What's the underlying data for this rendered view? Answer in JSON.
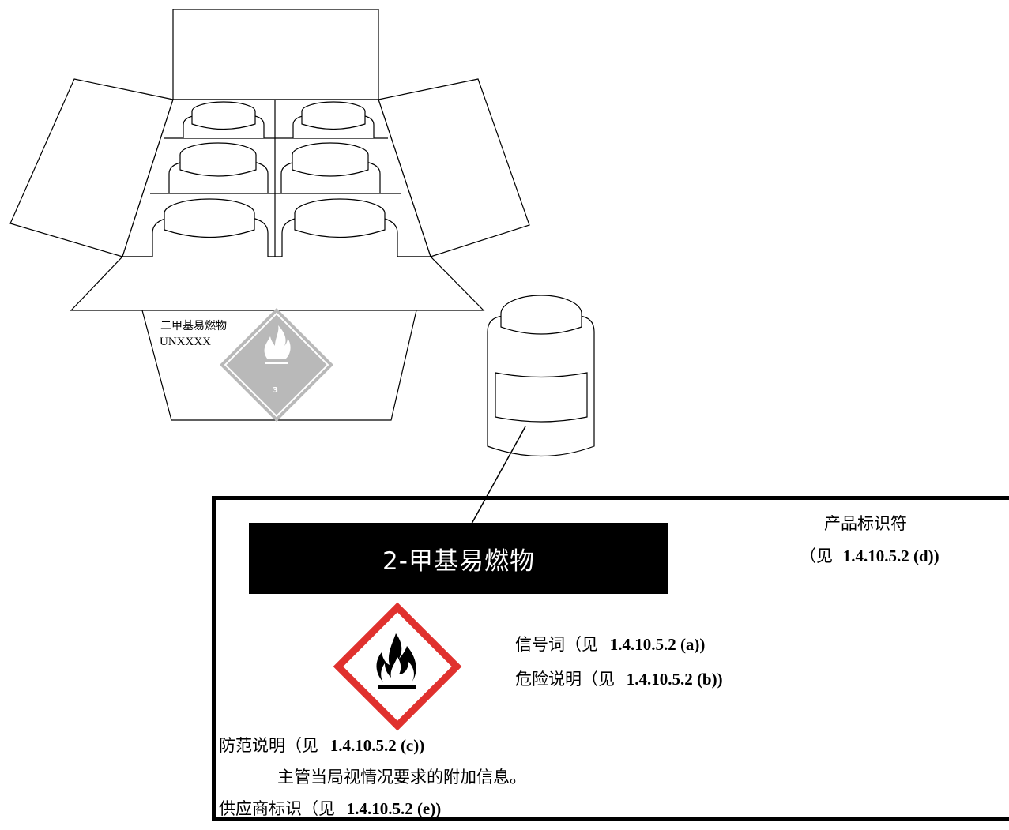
{
  "outer_box": {
    "product_name": "二甲基易燃物",
    "un_number": "UNXXXX",
    "transport_class": "3"
  },
  "label": {
    "product_name": "2-甲基易燃物",
    "product_identifier": {
      "text": "产品标识符",
      "ref_prefix": "（见",
      "ref": "1.4.10.5.2 (d))"
    },
    "signal_word": {
      "text": "信号词（见",
      "ref": "1.4.10.5.2 (a))"
    },
    "hazard_statement": {
      "text": "危险说明（见",
      "ref": "1.4.10.5.2 (b))"
    },
    "precautionary_statement": {
      "text": "防范说明（见",
      "ref": "1.4.10.5.2 (c))"
    },
    "additional_info": "主管当局视情况要求的附加信息。",
    "supplier_identification": {
      "text": "供应商标识（见",
      "ref": "1.4.10.5.2 (e))"
    },
    "pictogram_icon": "flame-pictogram-icon"
  },
  "colors": {
    "pictogram_border": "#e0312e",
    "transport_diamond": "#b9b9b9"
  }
}
